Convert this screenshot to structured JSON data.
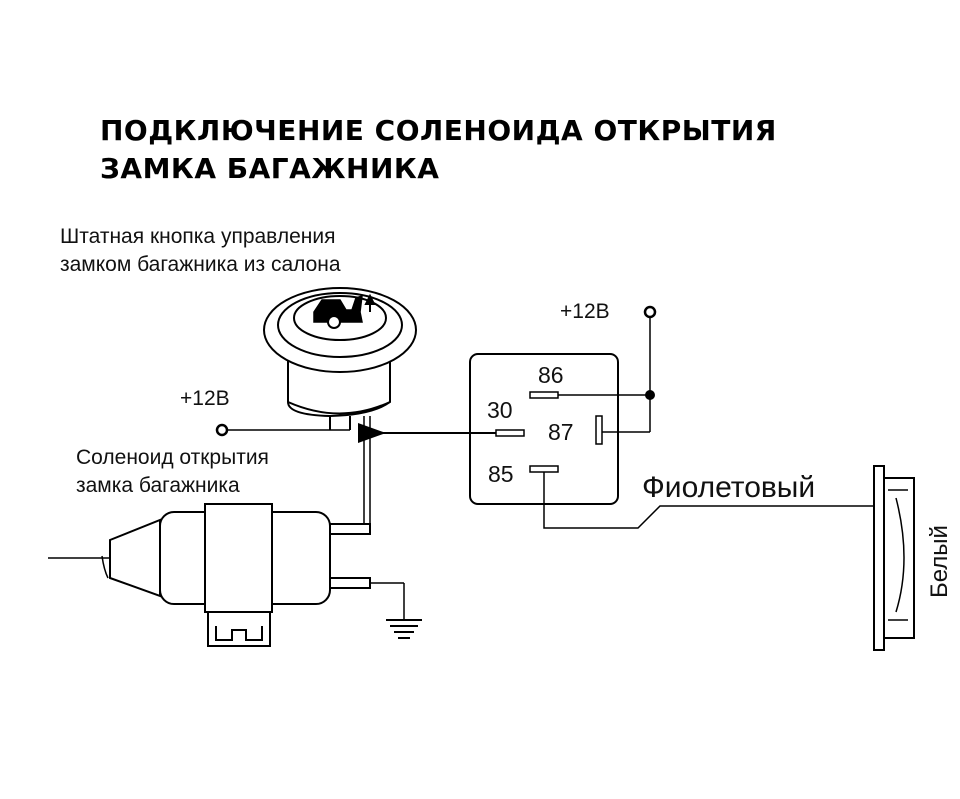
{
  "title": {
    "line1": "ПОДКЛЮЧЕНИЕ СОЛЕНОИДА ОТКРЫТИЯ",
    "line2": "ЗАМКА БАГАЖНИКА"
  },
  "labels": {
    "button_line1": "Штатная кнопка управления",
    "button_line2": "замком багажника из салона",
    "plus12_left": "+12В",
    "plus12_right": "+12В",
    "solenoid_line1": "Соленоид открытия",
    "solenoid_line2": "замка багажника",
    "pin86": "86",
    "pin30": "30",
    "pin87": "87",
    "pin85": "85",
    "violet": "Фиолетовый",
    "white": "Белый"
  }
}
